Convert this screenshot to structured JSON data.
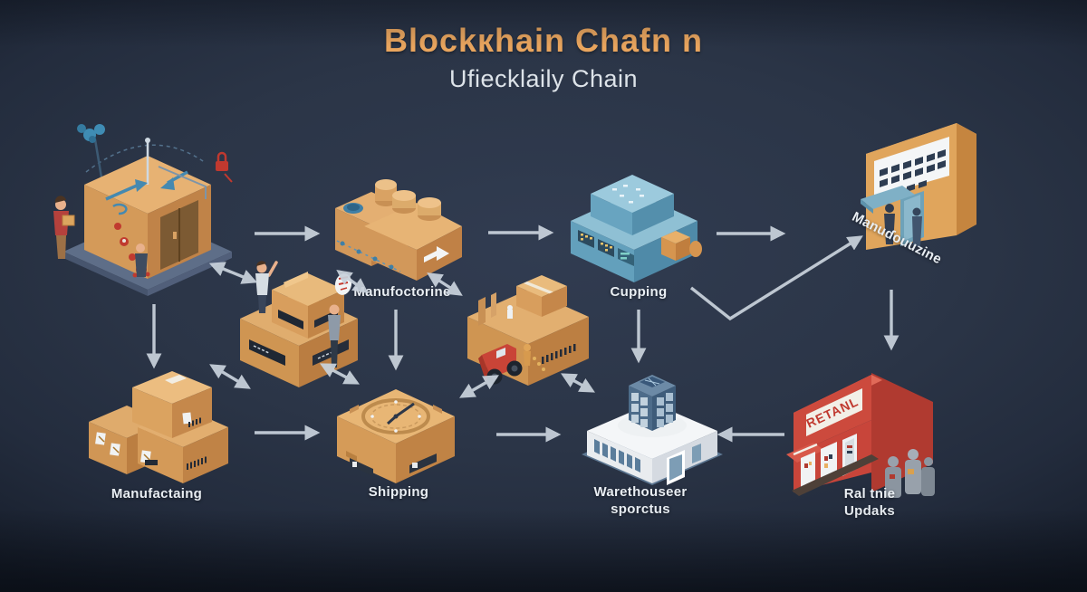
{
  "header": {
    "title": "Blockкhain Chaƭn n",
    "subtitle": "Ufiecklaily Chain"
  },
  "nodes": {
    "secured_crate": {
      "icon": "secured-crate"
    },
    "manufacturing_boxes": {
      "icon": "factory-boxes",
      "label": "Manufoctorine"
    },
    "processing_factory": {
      "icon": "blue-factory",
      "label": "Cupping"
    },
    "storefront_building": {
      "icon": "storefront-building",
      "label": "Manuɗouuzine"
    },
    "stacked_boxes": {
      "icon": "workers-stacked-boxes"
    },
    "truck_parcel": {
      "icon": "truck-parcel"
    },
    "parcel_pile": {
      "label": "Manufactaing"
    },
    "shipping_crate": {
      "label": "Shipping"
    },
    "warehouse": {
      "label_line1": "Warethouseer",
      "label_line2": "sporctus"
    },
    "retail_store": {
      "label_line1": "Ral tnie",
      "label_line2": "Updaks",
      "sign_text": "RETANL"
    }
  },
  "colors": {
    "background": "#2b3547",
    "title_accent": "#e9a55e",
    "subtitle": "#dde3e9",
    "label_text": "#e9eef3",
    "arrow": "#c9d2dc",
    "cardboard_tan": "#d59b58",
    "factory_blue": "#63a0bc",
    "retail_red": "#c64a3d",
    "warehouse_white": "#f2f4f6",
    "navy_tower": "#3e5c7a",
    "lock_red": "#c0392f"
  }
}
